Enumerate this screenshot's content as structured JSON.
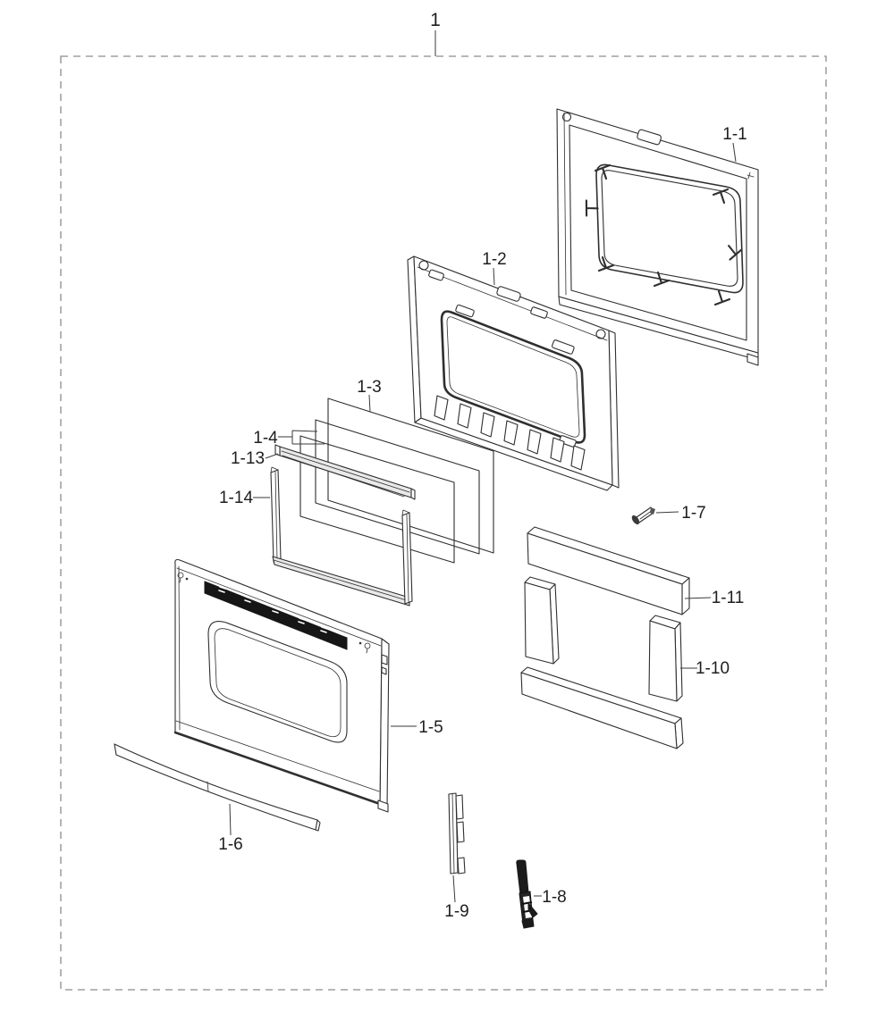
{
  "diagram": {
    "figure_label": "1",
    "colors": {
      "background": "#ffffff",
      "line": "#2f2f2f",
      "border_dash": "#8c8c8c",
      "control_strip": "#161616",
      "dark_part": "#1b1b1b"
    },
    "callouts": [
      {
        "label": "1",
        "part": "door-assembly"
      },
      {
        "label": "1-1",
        "part": "inner-door-frame"
      },
      {
        "label": "1-2",
        "part": "mid-door-panel"
      },
      {
        "label": "1-3",
        "part": "rear-glass-panel"
      },
      {
        "label": "1-4",
        "part": "inner-glass-pack"
      },
      {
        "label": "1-13",
        "part": "upper-glass-rail"
      },
      {
        "label": "1-14",
        "part": "glass-frame-channel"
      },
      {
        "label": "1-5",
        "part": "outer-door-panel"
      },
      {
        "label": "1-6",
        "part": "door-handle"
      },
      {
        "label": "1-7",
        "part": "screw"
      },
      {
        "label": "1-8",
        "part": "door-plunger-switch"
      },
      {
        "label": "1-9",
        "part": "side-bracket-strip"
      },
      {
        "label": "1-10",
        "part": "foam-block"
      },
      {
        "label": "1-11",
        "part": "foam-strip"
      }
    ]
  }
}
